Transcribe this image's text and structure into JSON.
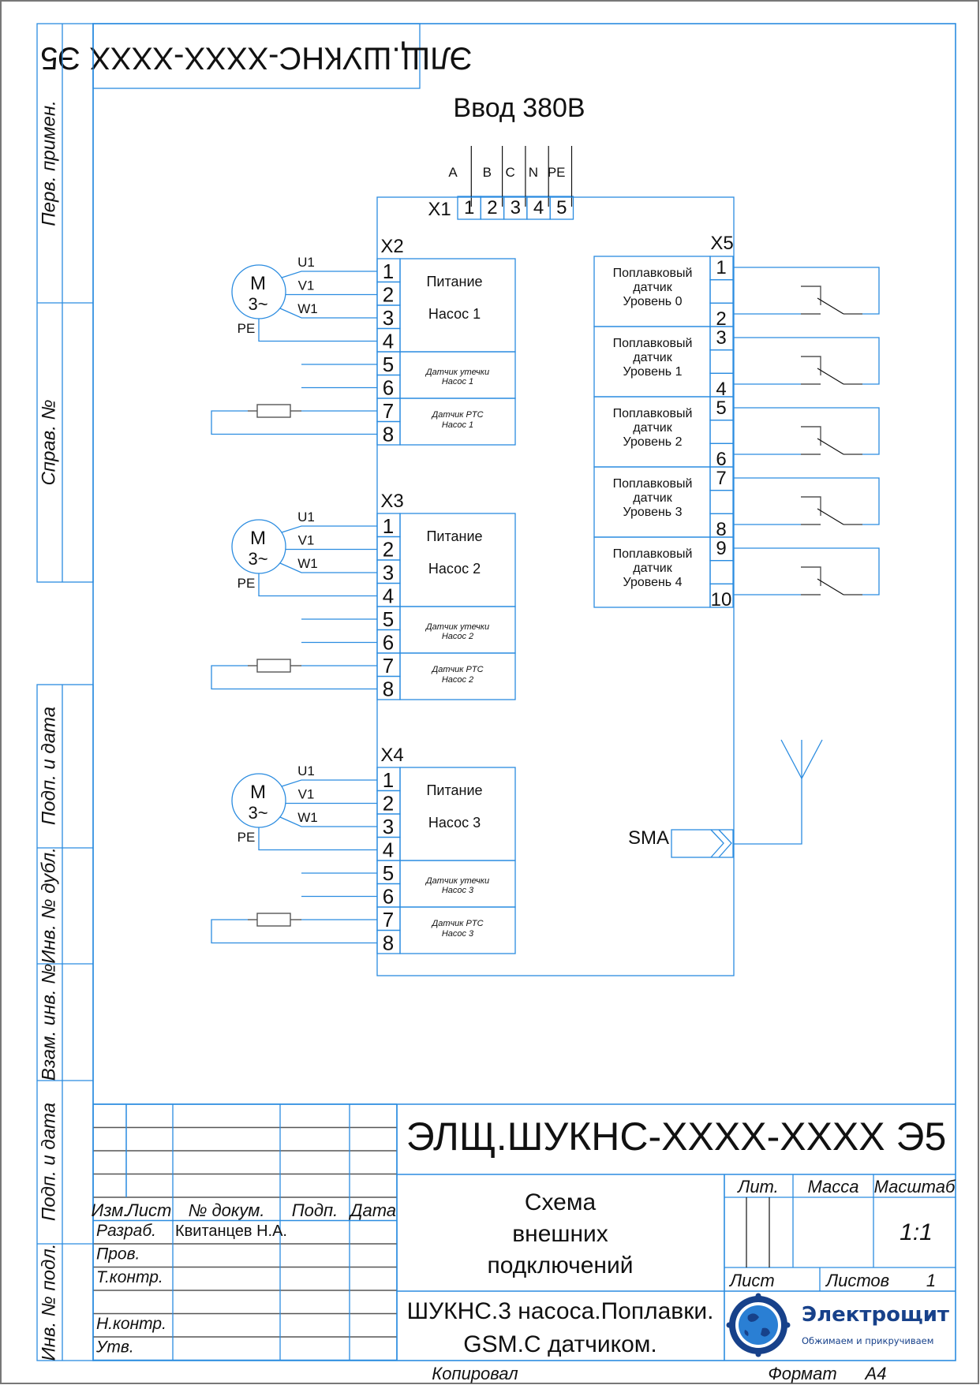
{
  "rotated_stamp": "ЭЛЩ.ШУКНС-XXXX-XXXX Э5",
  "input": {
    "title": "Ввод 380В",
    "connector": "X1",
    "phases": [
      "A",
      "B",
      "C",
      "N",
      "PE"
    ],
    "terminals": [
      "1",
      "2",
      "3",
      "4",
      "5"
    ]
  },
  "pump_blocks": [
    {
      "connector": "X2",
      "motor": {
        "top": "M",
        "bottom": "3~"
      },
      "wire_labels": [
        "U1",
        "V1",
        "W1",
        "PE"
      ],
      "terminals": [
        "1",
        "2",
        "3",
        "4",
        "5",
        "6",
        "7",
        "8"
      ],
      "power_label": [
        "Питание",
        "Насос 1"
      ],
      "leak_label": [
        "Датчик утечки",
        "Насос 1"
      ],
      "ptc_label": [
        "Датчик PTC",
        "Насос 1"
      ]
    },
    {
      "connector": "X3",
      "motor": {
        "top": "M",
        "bottom": "3~"
      },
      "wire_labels": [
        "U1",
        "V1",
        "W1",
        "PE"
      ],
      "terminals": [
        "1",
        "2",
        "3",
        "4",
        "5",
        "6",
        "7",
        "8"
      ],
      "power_label": [
        "Питание",
        "Насос 2"
      ],
      "leak_label": [
        "Датчик утечки",
        "Насос 2"
      ],
      "ptc_label": [
        "Датчик PTC",
        "Насос 2"
      ]
    },
    {
      "connector": "X4",
      "motor": {
        "top": "M",
        "bottom": "3~"
      },
      "wire_labels": [
        "U1",
        "V1",
        "W1",
        "PE"
      ],
      "terminals": [
        "1",
        "2",
        "3",
        "4",
        "5",
        "6",
        "7",
        "8"
      ],
      "power_label": [
        "Питание",
        "Насос 3"
      ],
      "leak_label": [
        "Датчик утечки",
        "Насос 3"
      ],
      "ptc_label": [
        "Датчик PTC",
        "Насос 3"
      ]
    }
  ],
  "float_block": {
    "connector": "X5",
    "sensors": [
      {
        "lines": [
          "Поплавковый",
          "датчик",
          "Уровень 0"
        ],
        "terminals": [
          "1",
          "2"
        ]
      },
      {
        "lines": [
          "Поплавковый",
          "датчик",
          "Уровень 1"
        ],
        "terminals": [
          "3",
          "4"
        ]
      },
      {
        "lines": [
          "Поплавковый",
          "датчик",
          "Уровень 2"
        ],
        "terminals": [
          "5",
          "6"
        ]
      },
      {
        "lines": [
          "Поплавковый",
          "датчик",
          "Уровень 3"
        ],
        "terminals": [
          "7",
          "8"
        ]
      },
      {
        "lines": [
          "Поплавковый",
          "датчик",
          "Уровень 4"
        ],
        "terminals": [
          "9",
          "10"
        ]
      }
    ]
  },
  "antenna": {
    "connector_label": "SMA"
  },
  "side_strip": [
    "Перв. примен.",
    "Справ. №",
    "Подп. и дата",
    "Инв. № дубл.",
    "Взам. инв. №",
    "Подп. и дата",
    "Инв. № подл."
  ],
  "title_block": {
    "designation": "ЭЛЩ.ШУКНС-XXXX-XXXX Э5",
    "doc_name": [
      "Схема",
      "внешних",
      "подключений"
    ],
    "product_name": [
      "ШУКНС.3 насоса.Поплавки.",
      "GSM.С датчиком."
    ],
    "headers": [
      "Изм.",
      "Лист",
      "№ докум.",
      "Подп.",
      "Дата"
    ],
    "roles": [
      "Разраб.",
      "Пров.",
      "Т.контр.",
      "",
      "Н.контр.",
      "Утв."
    ],
    "developer": "Квитанцев Н.А.",
    "lit_label": "Лит.",
    "mass_label": "Масса",
    "scale_label": "Масштаб",
    "scale_value": "1:1",
    "sheet_label": "Лист",
    "sheets_label": "Листов",
    "sheets_value": "1",
    "company": "Электрощит",
    "slogan": "Обжимаем и прикручиваем",
    "copied_label": "Копировал",
    "format_label": "Формат",
    "format_value": "A4"
  },
  "colors": {
    "line": "#2b8ce0",
    "logo_dark": "#17418a",
    "logo_light": "#2a7fd4"
  }
}
